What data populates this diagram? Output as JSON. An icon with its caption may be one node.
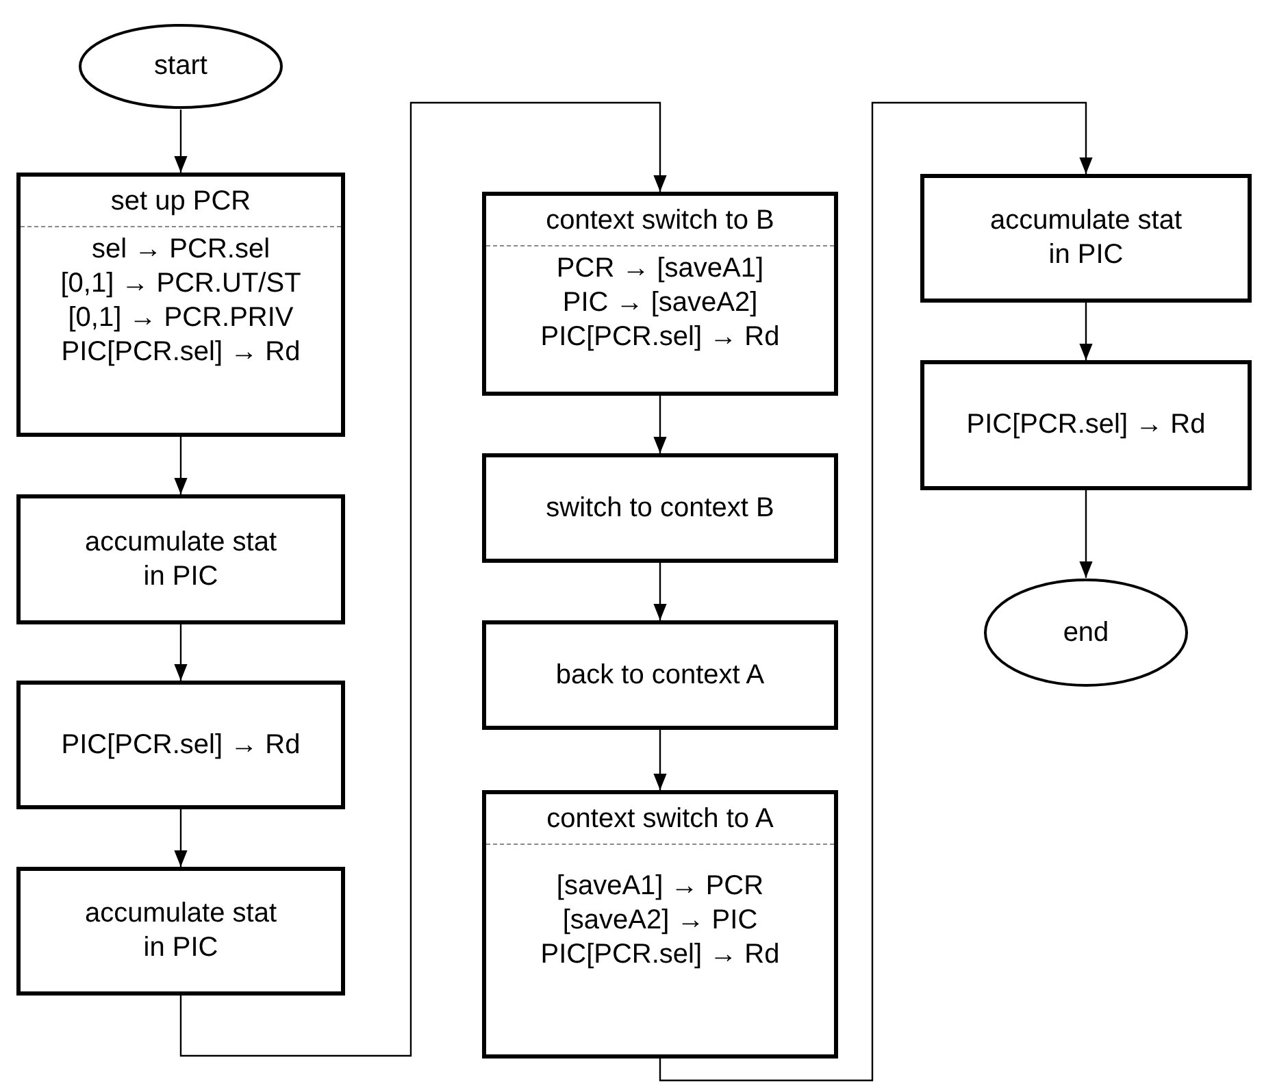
{
  "diagram": {
    "nodes": [
      {
        "text": [
          "start"
        ]
      },
      {
        "text": [
          "set up PCR",
          "sel → PCR.sel",
          "[0,1] → PCR.UT/ST",
          "[0,1] → PCR.PRIV",
          "PIC[PCR.sel] → Rd"
        ]
      },
      {
        "text": [
          "accumulate stat in PIC"
        ]
      },
      {
        "text": [
          "PIC[PCR.sel] → Rd"
        ]
      },
      {
        "text": [
          "accumulate stat in PIC"
        ]
      },
      {
        "text": [
          "context switch to B",
          "PCR → [saveA1]",
          "PIC → [saveA2]",
          "PIC[PCR.sel] → Rd"
        ]
      },
      {
        "text": [
          "switch to context B"
        ]
      },
      {
        "text": [
          "back to context A"
        ]
      },
      {
        "text": [
          "context switch to A",
          "[saveA1] → PCR",
          "[saveA2] → PIC",
          "PIC[PCR.sel] → Rd"
        ]
      },
      {
        "text": [
          "accumulate stat in PIC"
        ]
      },
      {
        "text": [
          "PIC[PCR.sel] → Rd"
        ]
      },
      {
        "text": [
          "end"
        ]
      }
    ],
    "edges": [
      {
        "from": 0,
        "to": 1,
        "arrow": "to"
      },
      {
        "from": 1,
        "to": 2,
        "arrow": "to"
      },
      {
        "from": 2,
        "to": 3,
        "arrow": "to"
      },
      {
        "from": 3,
        "to": 4,
        "arrow": "to"
      },
      {
        "from": 4,
        "to": 5,
        "arrow": "to"
      },
      {
        "from": 5,
        "to": 6,
        "arrow": "to"
      },
      {
        "from": 6,
        "to": 7,
        "arrow": "to"
      },
      {
        "from": 7,
        "to": 8,
        "arrow": "to"
      },
      {
        "from": 8,
        "to": 9,
        "arrow": "to"
      },
      {
        "from": 9,
        "to": 10,
        "arrow": "to"
      },
      {
        "from": 10,
        "to": 11,
        "arrow": "to"
      }
    ]
  }
}
